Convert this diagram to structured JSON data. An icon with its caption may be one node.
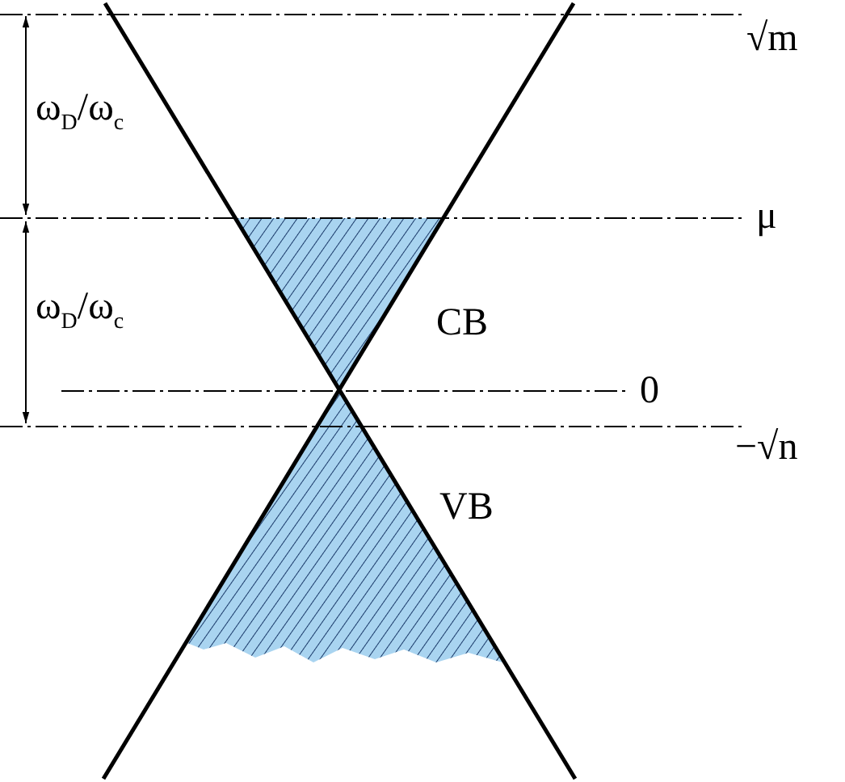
{
  "diagram": {
    "labels": [
      "ω$_{D}$/ω$_{c}$",
      "√m",
      "μ",
      "ω$_{D}$/ω$_{c}$",
      "CB",
      "0",
      "−√n",
      "VB"
    ]
  }
}
